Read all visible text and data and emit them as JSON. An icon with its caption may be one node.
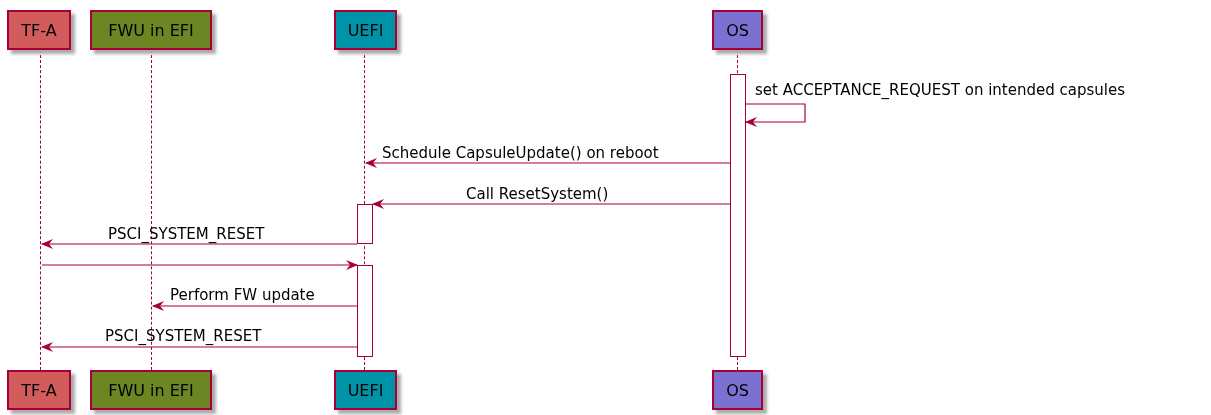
{
  "diagram": {
    "nodes": [
      {
        "text": [
          "TF-A"
        ]
      },
      {
        "text": [
          "FWU in EFI"
        ]
      },
      {
        "text": [
          "UEFI"
        ]
      },
      {
        "text": [
          "OS"
        ]
      },
      {
        "text": [
          "TF-A"
        ]
      },
      {
        "text": [
          "FWU in EFI"
        ]
      },
      {
        "text": [
          "UEFI"
        ]
      },
      {
        "text": [
          "OS"
        ]
      },
      {
        "text": [],
        "shape": "line"
      },
      {
        "text": [],
        "shape": "line"
      },
      {
        "text": [],
        "shape": "line"
      },
      {
        "text": [],
        "shape": "line"
      },
      {
        "text": [],
        "shape": "bar"
      },
      {
        "text": [],
        "shape": "bar"
      },
      {
        "text": [],
        "shape": "bar"
      }
    ],
    "edges": [
      {
        "from": 12,
        "to": 12,
        "arrow": "to",
        "label": "set ACCEPTANCE_REQUEST on intended capsules"
      },
      {
        "from": 12,
        "to": 10,
        "arrow": "to",
        "label": "Schedule CapsuleUpdate() on reboot"
      },
      {
        "from": 12,
        "to": 13,
        "arrow": "to",
        "label": "Call ResetSystem()"
      },
      {
        "from": 13,
        "to": 8,
        "arrow": "to",
        "label": "PSCI_SYSTEM_RESET"
      },
      {
        "from": 8,
        "to": 14,
        "arrow": "to"
      },
      {
        "from": 14,
        "to": 9,
        "arrow": "to",
        "label": "Perform FW update"
      },
      {
        "from": 14,
        "to": 8,
        "arrow": "to",
        "label": "PSCI_SYSTEM_RESET"
      }
    ]
  }
}
